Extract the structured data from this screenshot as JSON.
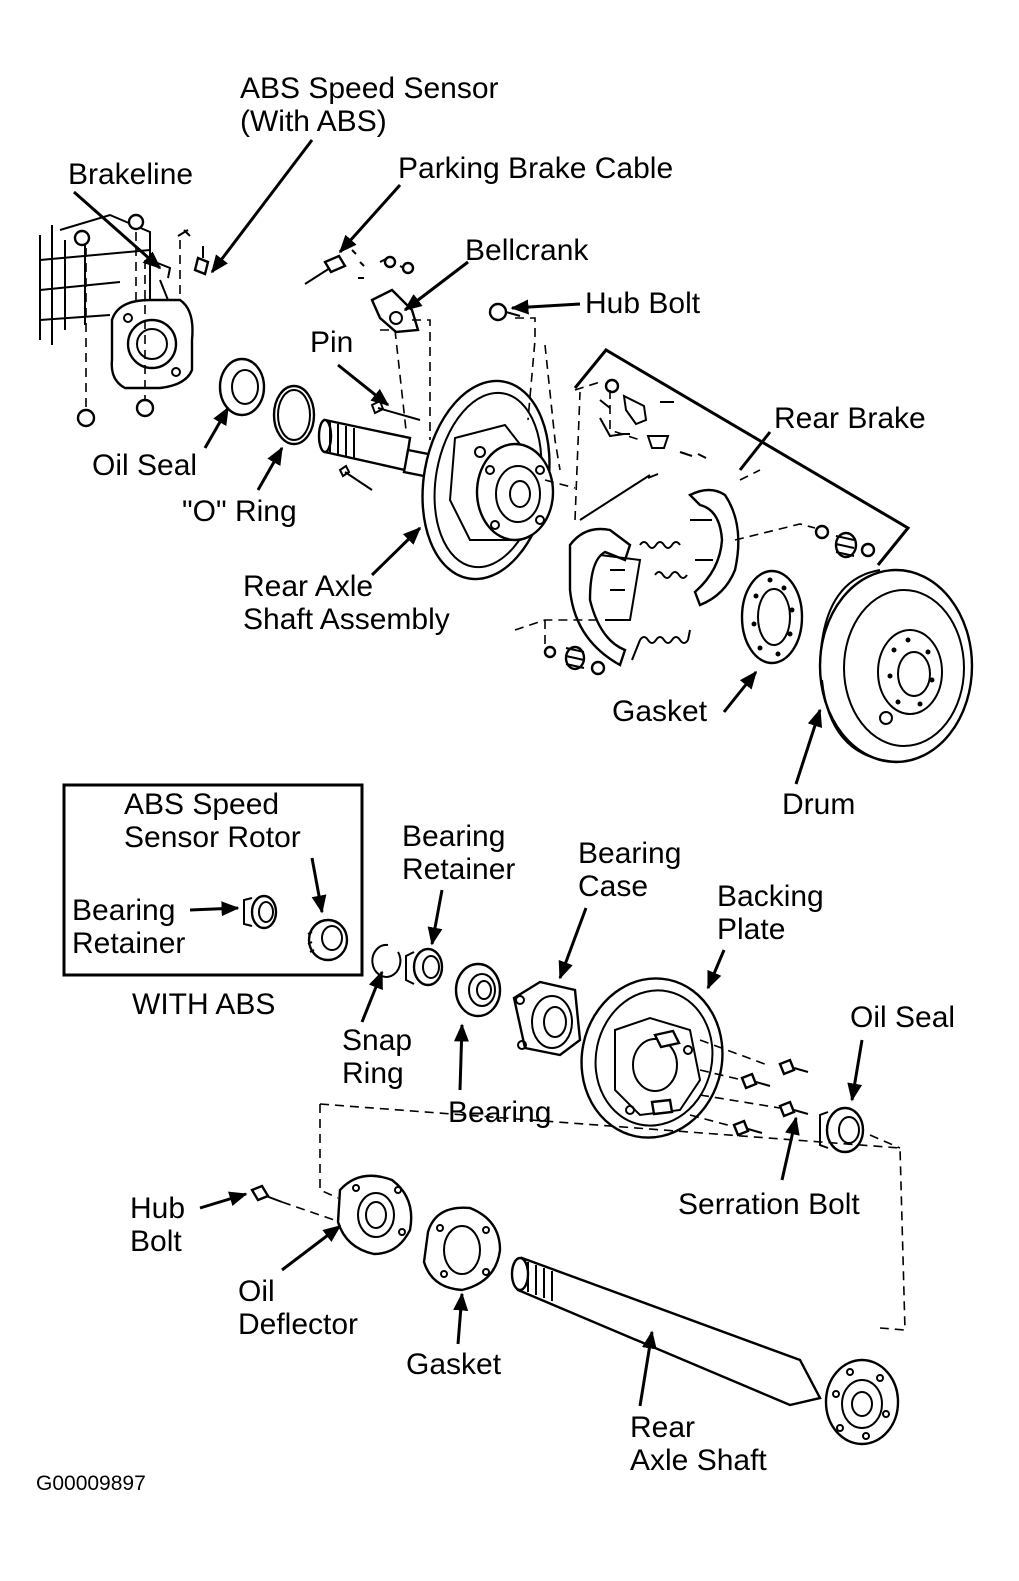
{
  "labels": {
    "abs_speed_sensor": "ABS Speed Sensor\n(With ABS)",
    "brakeline": "Brakeline",
    "parking_brake_cable": "Parking Brake Cable",
    "bellcrank": "Bellcrank",
    "hub_bolt_top": "Hub Bolt",
    "pin": "Pin",
    "rear_brake": "Rear Brake",
    "oil_seal_top": "Oil Seal",
    "o_ring": "\"O\" Ring",
    "rear_axle_shaft_assembly": "Rear Axle\nShaft Assembly",
    "gasket_top": "Gasket",
    "drum": "Drum",
    "inset_rotor": "ABS Speed\nSensor Rotor",
    "inset_bearing_retainer": "Bearing\nRetainer",
    "with_abs": "WITH ABS",
    "bearing_retainer": "Bearing\nRetainer",
    "bearing_case": "Bearing\nCase",
    "backing_plate": "Backing\nPlate",
    "oil_seal_bottom": "Oil Seal",
    "snap_ring": "Snap\nRing",
    "bearing": "Bearing",
    "serration_bolt": "Serration Bolt",
    "hub_bolt_bottom": "Hub\nBolt",
    "oil_deflector": "Oil\nDeflector",
    "gasket_bottom": "Gasket",
    "rear_axle_shaft": "Rear\nAxle Shaft"
  },
  "figure_code": "G00009897"
}
